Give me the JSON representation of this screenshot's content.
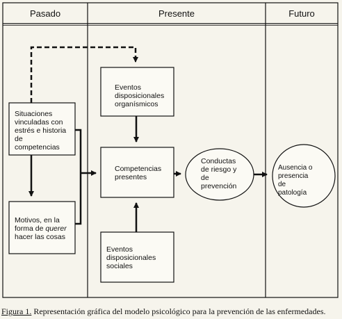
{
  "headers": {
    "past": "Pasado",
    "present": "Presente",
    "future": "Futuro"
  },
  "nodes": {
    "situations": [
      "Situaciones",
      "vinculadas con",
      "estrés e historia",
      "de",
      "competencias"
    ],
    "motives_a": "Motivos, en la",
    "motives_b_pre": "forma de ",
    "motives_b_em": "querer",
    "motives_c": "hacer las cosas",
    "organismic": [
      "Eventos",
      "disposicionales",
      "organísmicos"
    ],
    "competencies": [
      "Competencias",
      "presentes"
    ],
    "social": [
      "Eventos",
      "disposicionales",
      "sociales"
    ],
    "risk": [
      "Conductas",
      "de riesgo y",
      "de",
      "prevención"
    ],
    "outcome": [
      "Ausencia o",
      "presencia",
      "de",
      "patología"
    ]
  },
  "caption": {
    "label": "Figura 1.",
    "text": " Representación gráfica del modelo psicológico para la prevención de las enfermedades."
  }
}
